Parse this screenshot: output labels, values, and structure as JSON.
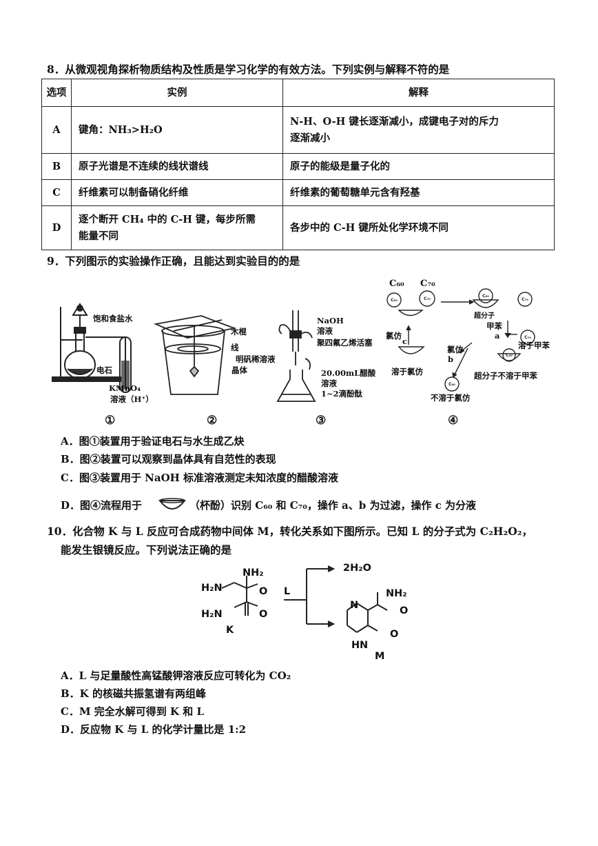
{
  "q8": {
    "stem": "8．从微观视角探析物质结构及性质是学习化学的有效方法。下列实例与解释不符的是",
    "headers": [
      "选项",
      "实例",
      "解释"
    ],
    "rows": [
      {
        "opt": "A",
        "example": "键角：NH₃>H₂O",
        "explain_l1": "N-H、O-H 键长逐渐减小，成键电子对的斥力",
        "explain_l2": "逐渐减小"
      },
      {
        "opt": "B",
        "example": "原子光谱是不连续的线状谱线",
        "explain_l1": "原子的能级是量子化的",
        "explain_l2": ""
      },
      {
        "opt": "C",
        "example": "纤维素可以制备硝化纤维",
        "explain_l1": "纤维素的葡萄糖单元含有羟基",
        "explain_l2": ""
      },
      {
        "opt": "D",
        "example_l1": "逐个断开 CH₄ 中的 C-H 键，每步所需",
        "example_l2": "能量不同",
        "explain_l1": "各步中的 C-H 键所处化学环境不同",
        "explain_l2": ""
      }
    ]
  },
  "q9": {
    "stem": "9．下列图示的实验操作正确，且能达到实验目的的是",
    "fig1": {
      "label_top": "饱和食盐水",
      "label_stone": "电石",
      "label_kmno4": "KMnO₄",
      "label_sol": "溶液（H⁺）",
      "num": "①"
    },
    "fig2": {
      "label_stick": "木棍",
      "label_line": "线",
      "label_alum": "明矾稀溶液",
      "label_crystal": "晶体",
      "num": "②"
    },
    "fig3": {
      "label_naoh1": "NaOH",
      "label_naoh2": "溶液",
      "label_ptfe": "聚四氟乙烯活塞",
      "label_acid1": "20.00mL醋酸",
      "label_acid2": "溶液",
      "label_acid3": "1~2滴酚酞",
      "num": "③"
    },
    "fig4": {
      "c60": "C₆₀",
      "c70": "C₇₀",
      "supramolecule": "超分子",
      "toluene": "甲苯",
      "a": "a",
      "b": "b",
      "c": "c",
      "chloroform": "氯仿",
      "chloroform2": "氯仿",
      "sol_toluene": "溶于甲苯",
      "sol_chloro": "溶于氯仿",
      "insol_toluene": "超分子不溶于甲苯",
      "insol_chloro": "不溶于氯仿",
      "num": "④"
    },
    "options": [
      "A．图①装置用于验证电石与水生成乙炔",
      "B．图②装置可以观察到晶体具有自范性的表现",
      "C．图③装置用于 NaOH 标准溶液测定未知浓度的醋酸溶液"
    ],
    "optD_pre": "D．图④流程用于",
    "optD_post": "（杯酚）识别 C₆₀ 和 C₇₀，操作 a、b 为过滤，操作 c 为分液"
  },
  "q10": {
    "stem_l1": "10．化合物 K 与 L 反应可合成药物中间体 M，转化关系如下图所示。已知 L 的分子式为 C₂H₂O₂，",
    "stem_l2": "能发生银镜反应。下列说法正确的是",
    "scheme": {
      "nh2_top": "NH₂",
      "h2n": "H₂N",
      "h2n_b": "H₂N",
      "o1": "O",
      "o2": "O",
      "k": "K",
      "l": "L",
      "water": "2H₂O",
      "m_nh2": "NH₂",
      "m_o1": "O",
      "m_o2": "O",
      "m_n1": "N",
      "m_n2": "N",
      "m_h": "H",
      "m": "M"
    },
    "options": [
      "A．L 与足量酸性高锰酸钾溶液反应可转化为 CO₂",
      "B．K 的核磁共振氢谱有两组峰",
      "C．M 完全水解可得到 K 和 L",
      "D．反应物 K 与 L 的化学计量比是 1:2"
    ]
  }
}
